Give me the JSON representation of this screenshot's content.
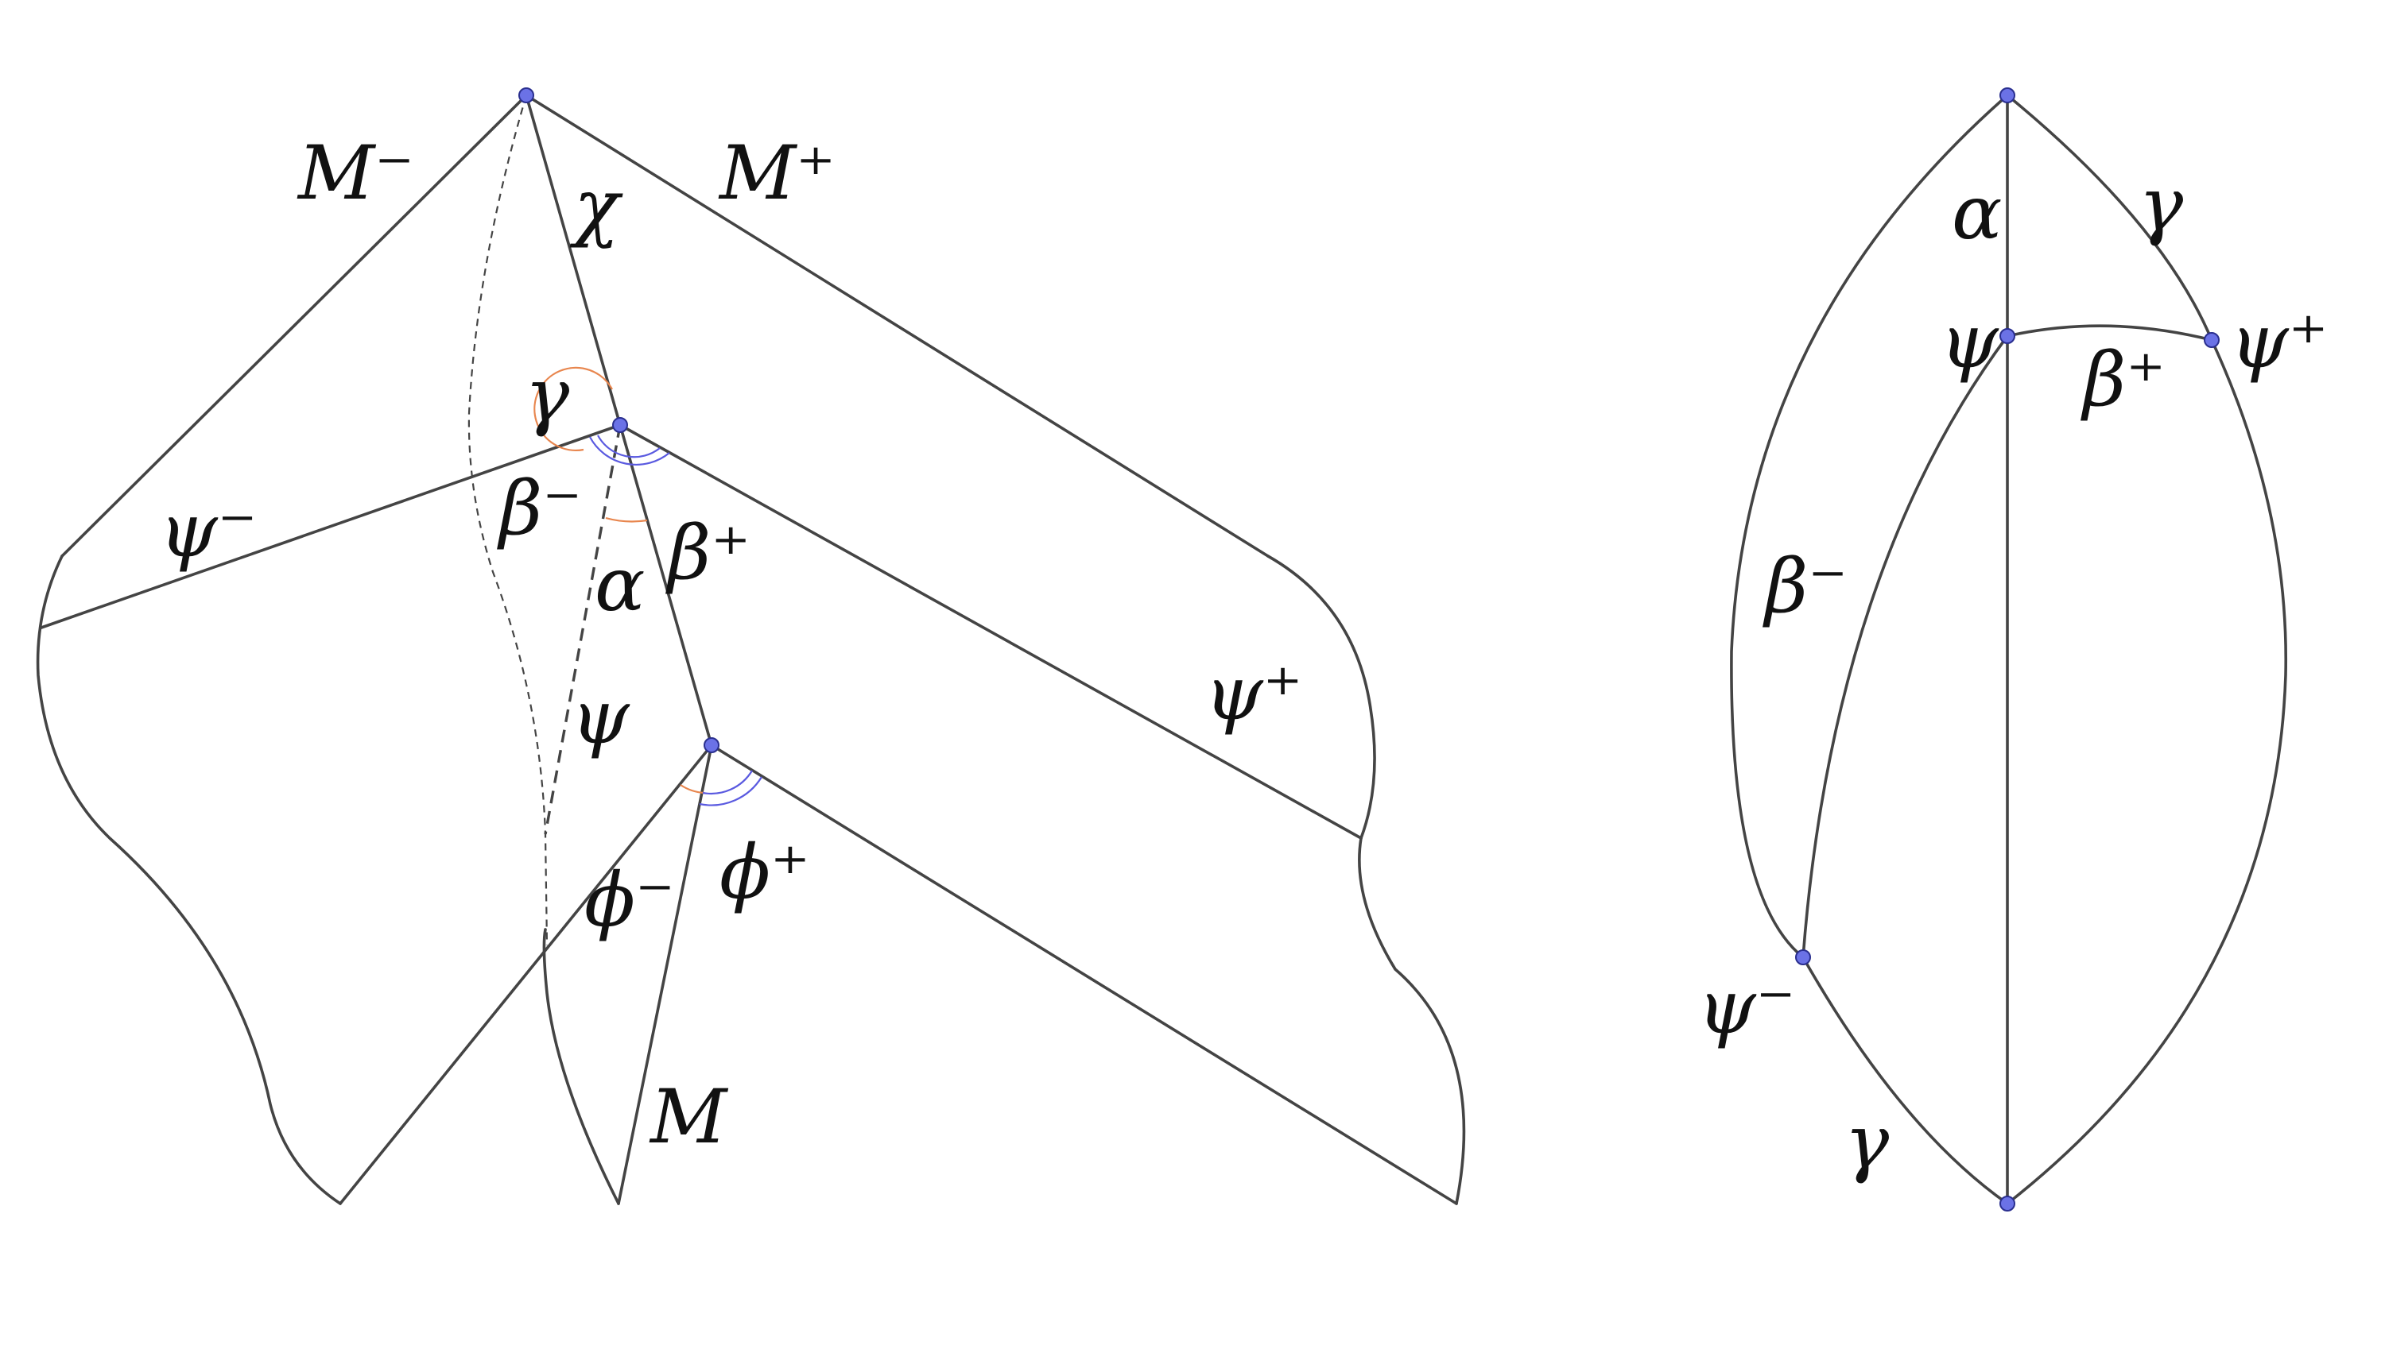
{
  "diagram": {
    "left_labels": {
      "M_minus": "M⁻",
      "M_plus": "M⁺",
      "chi": "χ",
      "gamma": "γ",
      "psi_minus": "ψ⁻",
      "beta_minus": "β⁻",
      "beta_plus": "β⁺",
      "alpha": "α",
      "psi": "ψ",
      "psi_plus": "ψ⁺",
      "phi_minus": "ϕ⁻",
      "phi_plus": "ϕ⁺",
      "M": "M"
    },
    "right_labels": {
      "alpha": "α",
      "gamma_top": "γ",
      "psi": "ψ",
      "psi_plus": "ψ⁺",
      "beta_plus": "β⁺",
      "beta_minus": "β⁻",
      "psi_minus": "ψ⁻",
      "gamma_bottom": "γ"
    },
    "colors": {
      "line": "#444444",
      "vertex": "#6b72e6",
      "angle_orange": "#e8864e",
      "angle_blue": "#5a5ae0"
    }
  }
}
